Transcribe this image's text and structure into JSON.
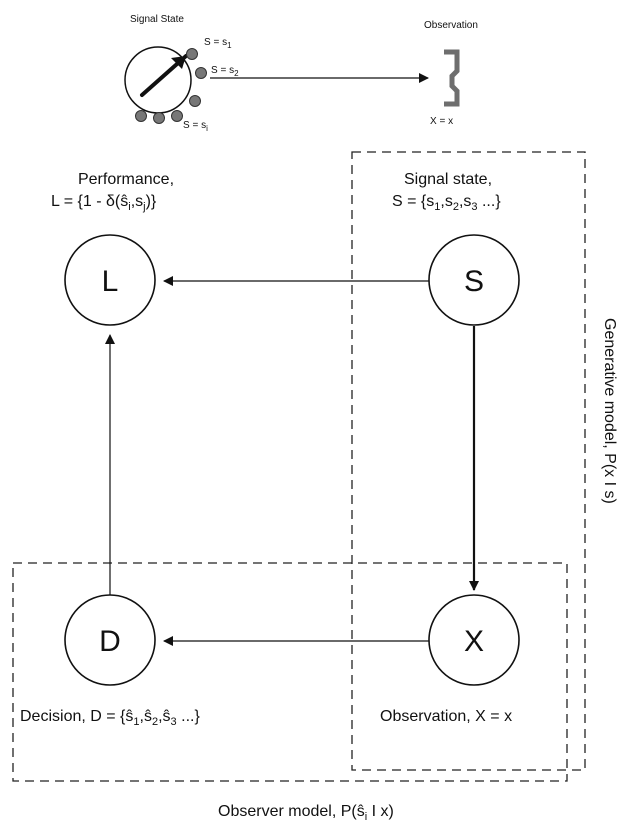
{
  "inset": {
    "title": "Signal State",
    "state_labels": [
      "S = s",
      "S = s",
      "S = s"
    ],
    "state_subscripts": [
      "1",
      "2",
      "i"
    ],
    "observation_title": "Observation",
    "observation_value": "X = x"
  },
  "nodes": {
    "L": "L",
    "S": "S",
    "D": "D",
    "X": "X"
  },
  "labels": {
    "performance": "Performance,",
    "performance_formula": "L = {1 - δ(ŝ",
    "performance_formula_end": ")}",
    "signal_state": "Signal state,",
    "signal_state_formula": "S = {s",
    "decision": "Decision, D = {ŝ",
    "observation": "Observation, X = x"
  },
  "models": {
    "generative": "Generative model, P(x I s)",
    "observer": "Observer model, P(ŝ",
    "observer_end": " I x)"
  },
  "colors": {
    "line": "#111111",
    "state_dot": "#777777",
    "bracket": "#6e6e6e"
  }
}
